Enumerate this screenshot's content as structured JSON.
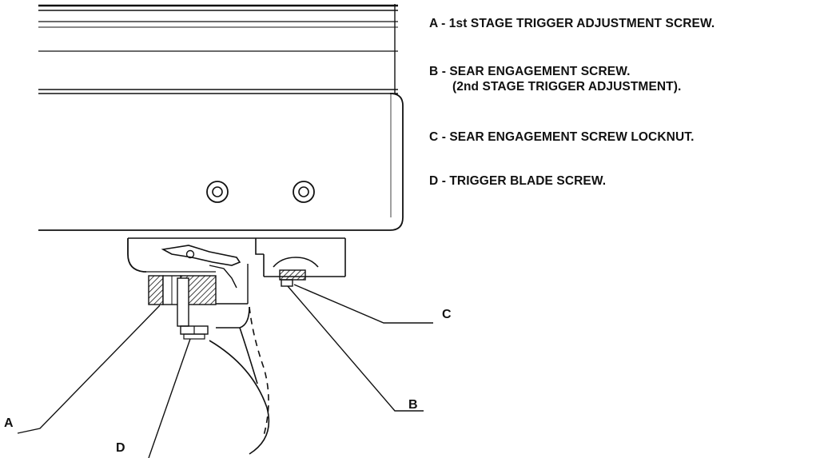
{
  "legend": {
    "a": "A - 1st STAGE TRIGGER ADJUSTMENT SCREW.",
    "b_line1": "B - SEAR ENGAGEMENT SCREW.",
    "b_line2": "(2nd STAGE TRIGGER ADJUSTMENT).",
    "c": "C - SEAR ENGAGEMENT SCREW LOCKNUT.",
    "d": "D - TRIGGER BLADE SCREW."
  },
  "callouts": {
    "a": "A",
    "b": "B",
    "c": "C",
    "d": "D"
  },
  "colors": {
    "ink": "#111111",
    "background": "#ffffff"
  }
}
